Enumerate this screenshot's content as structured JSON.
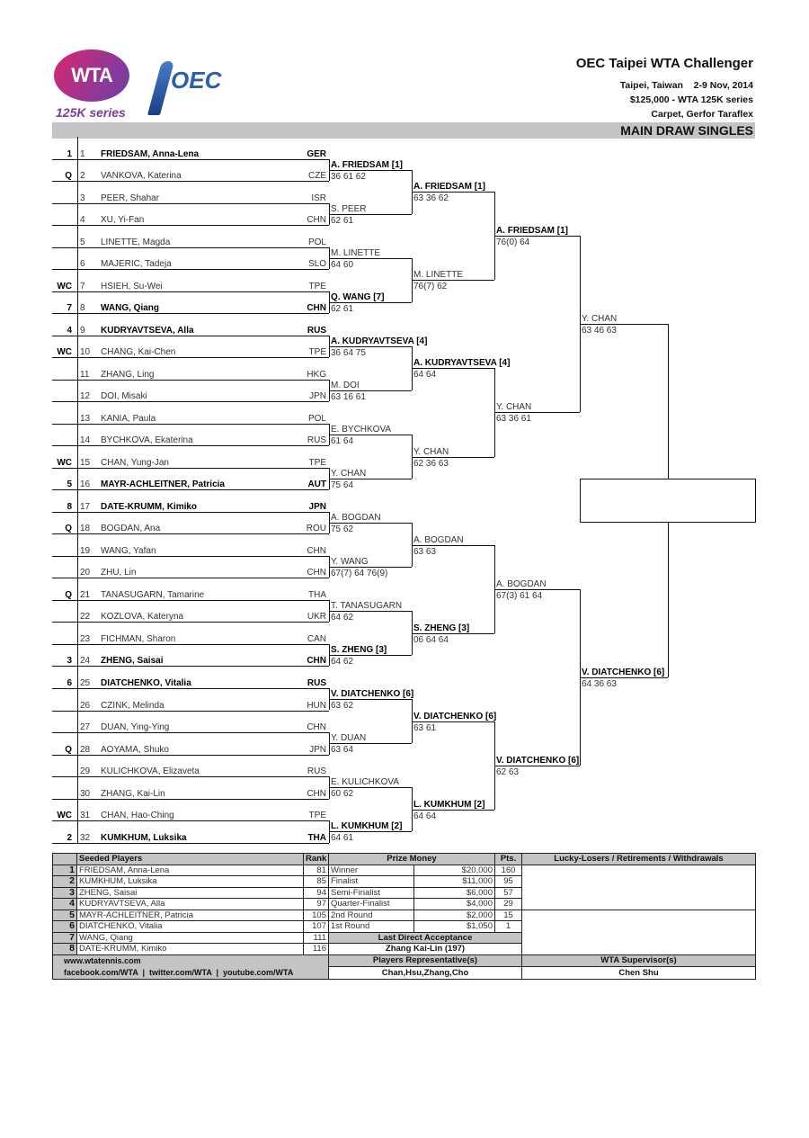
{
  "header": {
    "logo_wta": "WTA",
    "logo_series": "125K series",
    "logo_oec": "OEC",
    "title": "OEC Taipei WTA Challenger",
    "location_dates": "Taipei, Taiwan    2-9 Nov, 2014",
    "prize_series": "$125,000 - WTA 125K series",
    "surface": "Carpet, Gerfor Taraflex",
    "draw_title": "MAIN DRAW SINGLES"
  },
  "players": [
    {
      "entry": "1",
      "num": "1",
      "name": "FRIEDSAM, Anna-Lena",
      "country": "GER",
      "seeded": true
    },
    {
      "entry": "Q",
      "num": "2",
      "name": "VANKOVA, Katerina",
      "country": "CZE",
      "seeded": false
    },
    {
      "entry": "",
      "num": "3",
      "name": "PEER, Shahar",
      "country": "ISR",
      "seeded": false
    },
    {
      "entry": "",
      "num": "4",
      "name": "XU, Yi-Fan",
      "country": "CHN",
      "seeded": false
    },
    {
      "entry": "",
      "num": "5",
      "name": "LINETTE, Magda",
      "country": "POL",
      "seeded": false
    },
    {
      "entry": "",
      "num": "6",
      "name": "MAJERIC, Tadeja",
      "country": "SLO",
      "seeded": false
    },
    {
      "entry": "WC",
      "num": "7",
      "name": "HSIEH, Su-Wei",
      "country": "TPE",
      "seeded": false
    },
    {
      "entry": "7",
      "num": "8",
      "name": "WANG, Qiang",
      "country": "CHN",
      "seeded": true
    },
    {
      "entry": "4",
      "num": "9",
      "name": "KUDRYAVTSEVA, Alla",
      "country": "RUS",
      "seeded": true
    },
    {
      "entry": "WC",
      "num": "10",
      "name": "CHANG, Kai-Chen",
      "country": "TPE",
      "seeded": false
    },
    {
      "entry": "",
      "num": "11",
      "name": "ZHANG, Ling",
      "country": "HKG",
      "seeded": false
    },
    {
      "entry": "",
      "num": "12",
      "name": "DOI, Misaki",
      "country": "JPN",
      "seeded": false
    },
    {
      "entry": "",
      "num": "13",
      "name": "KANIA, Paula",
      "country": "POL",
      "seeded": false
    },
    {
      "entry": "",
      "num": "14",
      "name": "BYCHKOVA, Ekaterina",
      "country": "RUS",
      "seeded": false
    },
    {
      "entry": "WC",
      "num": "15",
      "name": "CHAN, Yung-Jan",
      "country": "TPE",
      "seeded": false
    },
    {
      "entry": "5",
      "num": "16",
      "name": "MAYR-ACHLEITNER, Patricia",
      "country": "AUT",
      "seeded": true
    },
    {
      "entry": "8",
      "num": "17",
      "name": "DATE-KRUMM, Kimiko",
      "country": "JPN",
      "seeded": true
    },
    {
      "entry": "Q",
      "num": "18",
      "name": "BOGDAN, Ana",
      "country": "ROU",
      "seeded": false
    },
    {
      "entry": "",
      "num": "19",
      "name": "WANG, Yafan",
      "country": "CHN",
      "seeded": false
    },
    {
      "entry": "",
      "num": "20",
      "name": "ZHU, Lin",
      "country": "CHN",
      "seeded": false
    },
    {
      "entry": "Q",
      "num": "21",
      "name": "TANASUGARN, Tamarine",
      "country": "THA",
      "seeded": false
    },
    {
      "entry": "",
      "num": "22",
      "name": "KOZLOVA, Kateryna",
      "country": "UKR",
      "seeded": false
    },
    {
      "entry": "",
      "num": "23",
      "name": "FICHMAN, Sharon",
      "country": "CAN",
      "seeded": false
    },
    {
      "entry": "3",
      "num": "24",
      "name": "ZHENG, Saisai",
      "country": "CHN",
      "seeded": true
    },
    {
      "entry": "6",
      "num": "25",
      "name": "DIATCHENKO, Vitalia",
      "country": "RUS",
      "seeded": true
    },
    {
      "entry": "",
      "num": "26",
      "name": "CZINK, Melinda",
      "country": "HUN",
      "seeded": false
    },
    {
      "entry": "",
      "num": "27",
      "name": "DUAN, Ying-Ying",
      "country": "CHN",
      "seeded": false
    },
    {
      "entry": "Q",
      "num": "28",
      "name": "AOYAMA, Shuko",
      "country": "JPN",
      "seeded": false
    },
    {
      "entry": "",
      "num": "29",
      "name": "KULICHKOVA, Elizaveta",
      "country": "RUS",
      "seeded": false
    },
    {
      "entry": "",
      "num": "30",
      "name": "ZHANG, Kai-Lin",
      "country": "CHN",
      "seeded": false
    },
    {
      "entry": "WC",
      "num": "31",
      "name": "CHAN, Hao-Ching",
      "country": "TPE",
      "seeded": false
    },
    {
      "entry": "2",
      "num": "32",
      "name": "KUMKHUM, Luksika",
      "country": "THA",
      "seeded": true
    }
  ],
  "rounds": [
    [
      {
        "name": "A. FRIEDSAM [1]",
        "score": "36 61 62",
        "seeded": true
      },
      {
        "name": "S. PEER",
        "score": "62 61",
        "seeded": false
      },
      {
        "name": "M. LINETTE",
        "score": "64 60",
        "seeded": false
      },
      {
        "name": "Q. WANG [7]",
        "score": "62 61",
        "seeded": true
      },
      {
        "name": "A. KUDRYAVTSEVA [4]",
        "score": "36 64 75",
        "seeded": true
      },
      {
        "name": "M. DOI",
        "score": "63 16 61",
        "seeded": false
      },
      {
        "name": "E. BYCHKOVA",
        "score": "61 64",
        "seeded": false
      },
      {
        "name": "Y. CHAN",
        "score": "75 64",
        "seeded": false
      },
      {
        "name": "A. BOGDAN",
        "score": "75 62",
        "seeded": false
      },
      {
        "name": "Y. WANG",
        "score": "67(7) 64 76(9)",
        "seeded": false
      },
      {
        "name": "T. TANASUGARN",
        "score": "64 62",
        "seeded": false
      },
      {
        "name": "S. ZHENG [3]",
        "score": "64 62",
        "seeded": true
      },
      {
        "name": "V. DIATCHENKO [6]",
        "score": "63 62",
        "seeded": true
      },
      {
        "name": "Y. DUAN",
        "score": "63 64",
        "seeded": false
      },
      {
        "name": "E. KULICHKOVA",
        "score": "60 62",
        "seeded": false
      },
      {
        "name": "L. KUMKHUM [2]",
        "score": "64 61",
        "seeded": true
      }
    ],
    [
      {
        "name": "A. FRIEDSAM [1]",
        "score": "63 36 62",
        "seeded": true
      },
      {
        "name": "M. LINETTE",
        "score": "76(7) 62",
        "seeded": false
      },
      {
        "name": "A. KUDRYAVTSEVA [4]",
        "score": "64 64",
        "seeded": true
      },
      {
        "name": "Y. CHAN",
        "score": "62 36 63",
        "seeded": false
      },
      {
        "name": "A. BOGDAN",
        "score": "63 63",
        "seeded": false
      },
      {
        "name": "S. ZHENG [3]",
        "score": "06 64 64",
        "seeded": true
      },
      {
        "name": "V. DIATCHENKO [6]",
        "score": "63 61",
        "seeded": true
      },
      {
        "name": "L. KUMKHUM [2]",
        "score": "64 64",
        "seeded": true
      }
    ],
    [
      {
        "name": "A. FRIEDSAM [1]",
        "score": "76(0) 64",
        "seeded": true
      },
      {
        "name": "Y. CHAN",
        "score": "63 36 61",
        "seeded": false
      },
      {
        "name": "A. BOGDAN",
        "score": "67(3) 61 64",
        "seeded": false
      },
      {
        "name": "V. DIATCHENKO [6]",
        "score": "62 63",
        "seeded": true
      }
    ],
    [
      {
        "name": "Y. CHAN",
        "score": "63 46 63",
        "seeded": false
      },
      {
        "name": "V. DIATCHENKO [6]",
        "score": "64 36 63",
        "seeded": true
      }
    ]
  ],
  "info": {
    "seeded_header": "Seeded Players",
    "rank_header": "Rank",
    "prize_header": "Prize Money",
    "pts_header": "Pts.",
    "ll_header": "Lucky-Losers / Retirements / Withdrawals",
    "seeds": [
      {
        "seed": "1",
        "name": "FRIEDSAM, Anna-Lena",
        "rank": "81"
      },
      {
        "seed": "2",
        "name": "KUMKHUM, Luksika",
        "rank": "85"
      },
      {
        "seed": "3",
        "name": "ZHENG, Saisai",
        "rank": "94"
      },
      {
        "seed": "4",
        "name": "KUDRYAVTSEVA, Alla",
        "rank": "97"
      },
      {
        "seed": "5",
        "name": "MAYR-ACHLEITNER, Patricia",
        "rank": "105"
      },
      {
        "seed": "6",
        "name": "DIATCHENKO, Vitalia",
        "rank": "107"
      },
      {
        "seed": "7",
        "name": "WANG, Qiang",
        "rank": "111"
      },
      {
        "seed": "8",
        "name": "DATE-KRUMM, Kimiko",
        "rank": "116"
      }
    ],
    "prizes": [
      {
        "round": "Winner",
        "amount": "$20,000",
        "pts": "160"
      },
      {
        "round": "Finalist",
        "amount": "$11,000",
        "pts": "95"
      },
      {
        "round": "Semi-Finalist",
        "amount": "$6,000",
        "pts": "57"
      },
      {
        "round": "Quarter-Finalist",
        "amount": "$4,000",
        "pts": "29"
      },
      {
        "round": "2nd Round",
        "amount": "$2,000",
        "pts": "15"
      },
      {
        "round": "1st Round",
        "amount": "$1,050",
        "pts": "1"
      }
    ],
    "lda_header": "Last Direct Acceptance",
    "lda_value": "Zhang Kai-Lin (197)",
    "website": "www.wtatennis.com",
    "social": "facebook.com/WTA  |  twitter.com/WTA  |  youtube.com/WTA",
    "rep_header": "Players Representative(s)",
    "rep_value": "Chan,Hsu,Zhang,Cho",
    "supervisor_header": "WTA Supervisor(s)",
    "supervisor_value": "Chen Shu"
  }
}
